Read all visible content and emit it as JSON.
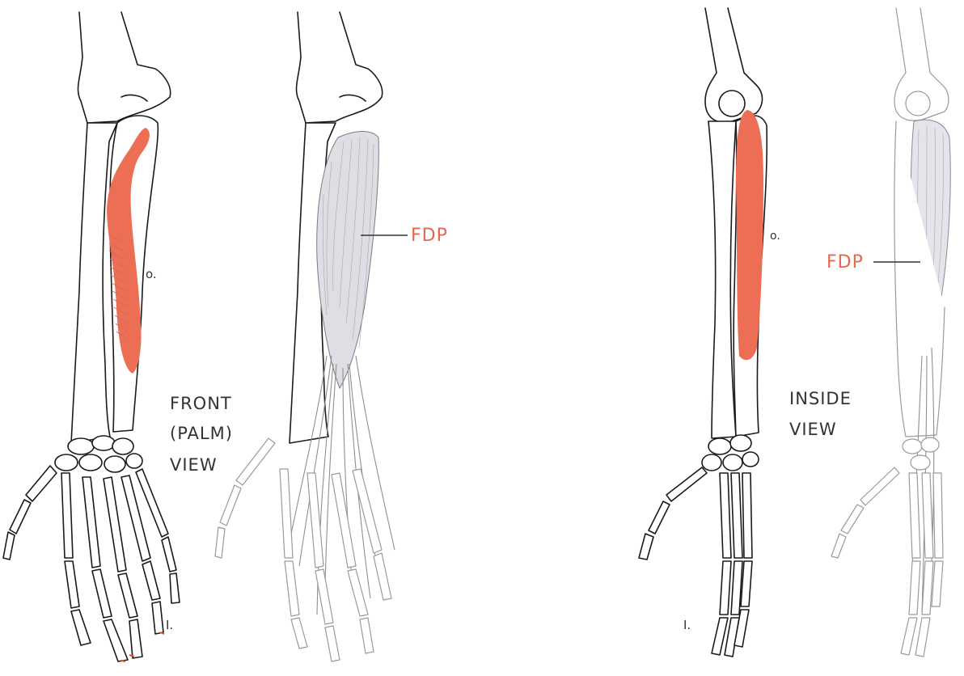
{
  "colors": {
    "muscle": "#ec6e55",
    "label_accent": "#e8664d",
    "outline": "#1a1a1a",
    "label_text": "#333333"
  },
  "labels": {
    "front_view": [
      "FRONT",
      "(PALM)",
      "VIEW"
    ],
    "inside_view": [
      "INSIDE",
      "VIEW"
    ],
    "origin_front": "o.",
    "insertion_front": "I.",
    "origin_inside": "o.",
    "insertion_inside": "I.",
    "muscle_front": "FDP",
    "muscle_inside": "FDP"
  }
}
